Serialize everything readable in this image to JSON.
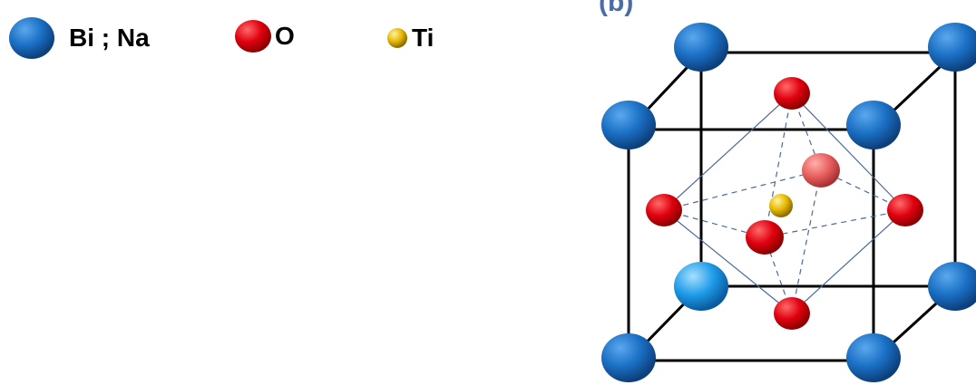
{
  "legend": {
    "items": [
      {
        "label": "Bi ; Na",
        "color": "#1565c0",
        "icon": "blue-sphere"
      },
      {
        "label": "O",
        "color": "#e0000f",
        "icon": "red-sphere"
      },
      {
        "label": "Ti",
        "color": "#e6b800",
        "icon": "yellow-sphere"
      }
    ]
  },
  "figure": {
    "panel_label": "(b)"
  },
  "colors": {
    "bi_na": "#1565c0",
    "oxygen": "#e0000f",
    "titanium": "#e6b800",
    "cell_edge": "#000000",
    "octahedron_edge": "#4a6a9a"
  }
}
